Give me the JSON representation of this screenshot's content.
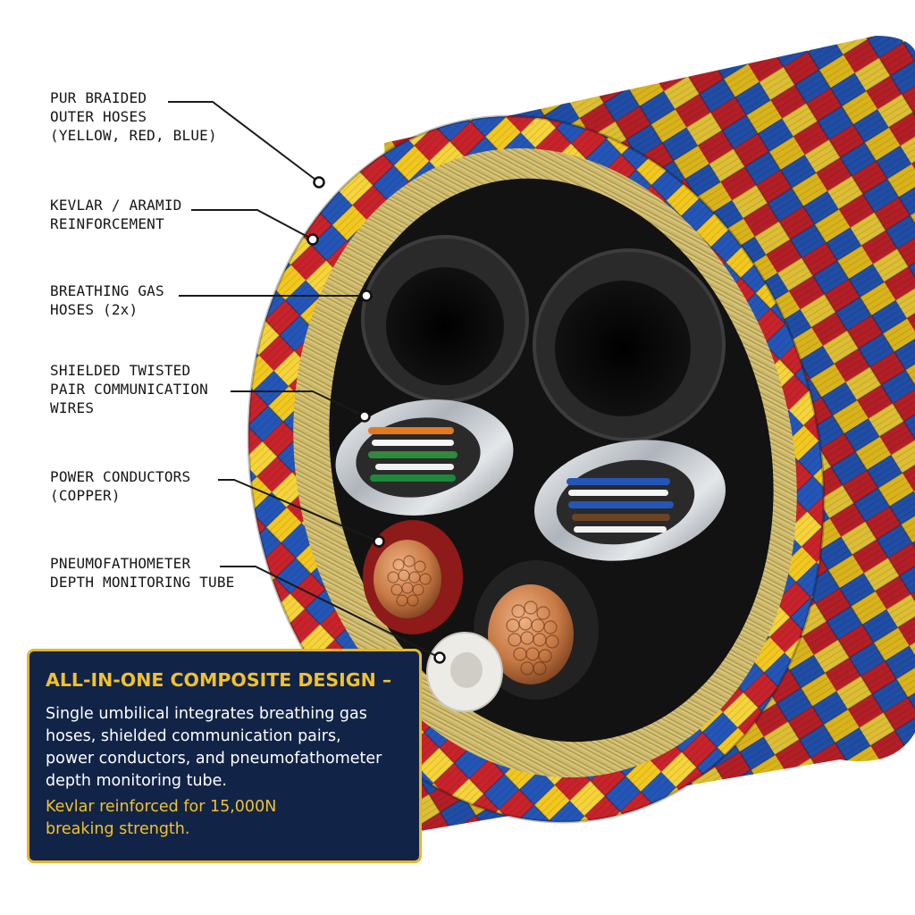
{
  "callouts": [
    {
      "id": "outer-hoses",
      "lines": [
        "PUR BRAIDED",
        "OUTER HOSES",
        "(YELLOW, RED, BLUE)"
      ]
    },
    {
      "id": "kevlar",
      "lines": [
        "KEVLAR / ARAMID",
        "REINFORCEMENT"
      ]
    },
    {
      "id": "gas-hoses",
      "lines": [
        "BREATHING GAS",
        "HOSES (2x)"
      ]
    },
    {
      "id": "twisted-pair",
      "lines": [
        "SHIELDED TWISTED",
        "PAIR COMMUNICATION",
        "WIRES"
      ]
    },
    {
      "id": "power",
      "lines": [
        "POWER CONDUCTORS",
        "(COPPER)"
      ]
    },
    {
      "id": "pneumo",
      "lines": [
        "PNEUMOFATHOMETER",
        "DEPTH MONITORING TUBE"
      ]
    }
  ],
  "info_box": {
    "title": "ALL-IN-ONE COMPOSITE DESIGN –",
    "body_lines": [
      "Single umbilical integrates breathing gas",
      "hoses, shielded communication pairs,",
      "power conductors, and pneumofathometer",
      "depth monitoring tube."
    ],
    "highlight_lines": [
      "Kevlar reinforced for 15,000N",
      "breaking strength."
    ]
  },
  "colors": {
    "braid_yellow": "#f2c81f",
    "braid_red": "#c8232b",
    "braid_blue": "#2456b8",
    "kevlar": "#cdb96a",
    "hose_black": "#262626",
    "power_red_jacket": "#8e1a1a",
    "copper": "#c77a45",
    "foil": "#c7ccd2",
    "pneumo_white": "#ecebe6",
    "info_bg": "#112447",
    "info_border": "#e3b72a",
    "info_title": "#f2c12e"
  }
}
